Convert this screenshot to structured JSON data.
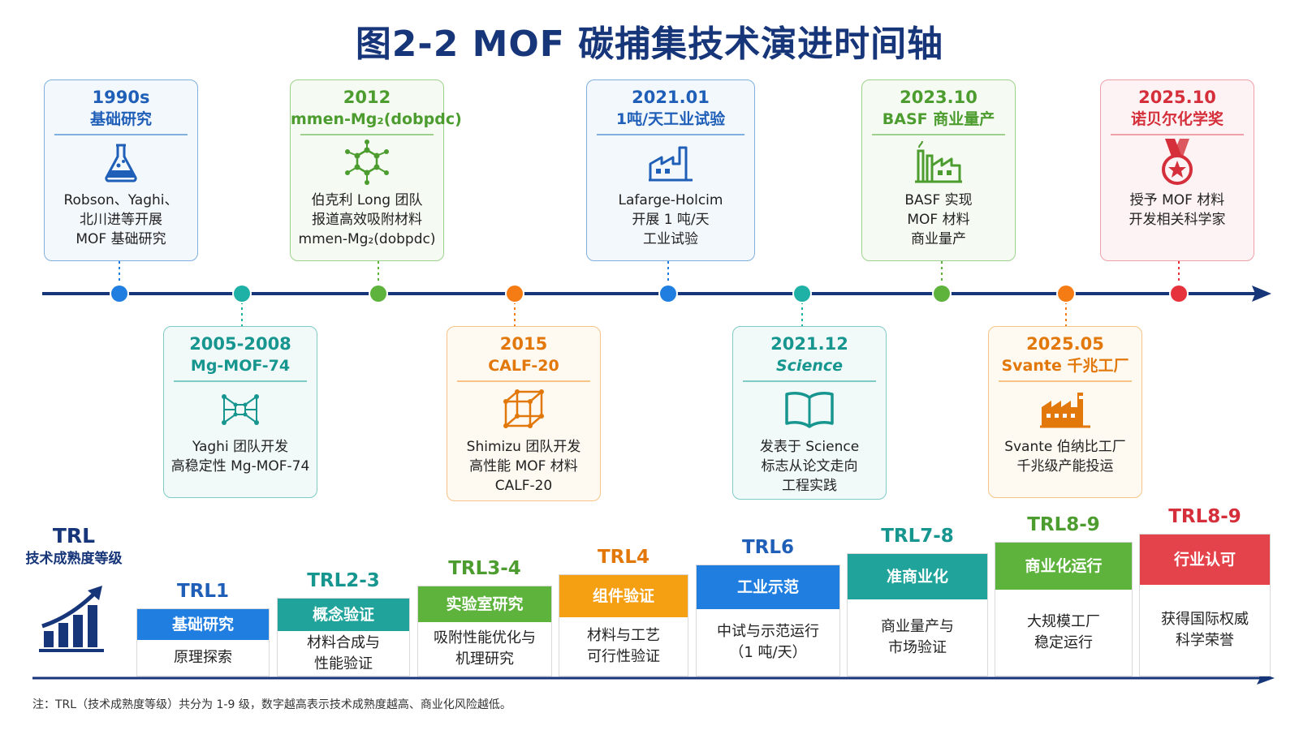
{
  "title": "图2-2  MOF 碳捕集技术演进时间轴",
  "events_top": [
    {
      "year": "1990s",
      "sub": "基础研究",
      "sub_mg": false,
      "italic": false,
      "color": "blue",
      "icon": "flask-icon",
      "desc": [
        "Robson、Yaghi、",
        "北川进等开展",
        "MOF 基础研究"
      ]
    },
    {
      "year": "2012",
      "sub": "mmen-Mg₂(dobpdc)",
      "italic": false,
      "color": "green",
      "icon": "molecule-icon",
      "desc": [
        "伯克利 Long 团队",
        "报道高效吸附材料",
        "mmen-Mg₂(dobpdc)"
      ]
    },
    {
      "year": "2021.01",
      "sub": "1吨/天工业试验",
      "italic": false,
      "color": "blue",
      "icon": "factory-icon",
      "desc": [
        "Lafarge-Holcim",
        "开展 1 吨/天",
        "工业试验"
      ]
    },
    {
      "year": "2023.10",
      "sub": "BASF 商业量产",
      "italic": false,
      "color": "green",
      "icon": "factory-plant-icon",
      "desc": [
        "BASF 实现",
        "MOF 材料",
        "商业量产"
      ]
    },
    {
      "year": "2025.10",
      "sub": "诺贝尔化学奖",
      "italic": false,
      "color": "red",
      "icon": "medal-icon",
      "desc": [
        "授予 MOF 材料",
        "开发相关科学家"
      ]
    }
  ],
  "events_bottom": [
    {
      "year": "2005-2008",
      "sub": "Mg-MOF-74",
      "italic": false,
      "color": "teal",
      "icon": "framework-icon",
      "desc": [
        "Yaghi 团队开发",
        "高稳定性 Mg-MOF-74"
      ]
    },
    {
      "year": "2015",
      "sub": "CALF-20",
      "italic": false,
      "color": "orange",
      "icon": "cube-lattice-icon",
      "desc": [
        "Shimizu 团队开发",
        "高性能 MOF 材料",
        "CALF-20"
      ]
    },
    {
      "year": "2021.12",
      "sub": "Science",
      "italic": true,
      "color": "teal",
      "icon": "open-book-icon",
      "desc": [
        "发表于 Science",
        "标志从论文走向",
        "工程实践"
      ]
    },
    {
      "year": "2025.05",
      "sub": "Svante 千兆工厂",
      "italic": false,
      "color": "orange",
      "icon": "gigafactory-icon",
      "desc": [
        "Svante 伯纳比工厂",
        "千兆级产能投运"
      ]
    }
  ],
  "timeline_dots": [
    {
      "color": "#1f7ee0"
    },
    {
      "color": "#1fb0a6"
    },
    {
      "color": "#5db33c"
    },
    {
      "color": "#f57c14"
    },
    {
      "color": "#1f7ee0"
    },
    {
      "color": "#1fb0a6"
    },
    {
      "color": "#5db33c"
    },
    {
      "color": "#f57c14"
    },
    {
      "color": "#e5323d"
    }
  ],
  "trl_title": {
    "main": "TRL",
    "sub": "技术成熟度等级",
    "icon": "growth-chart-icon"
  },
  "trl_steps": [
    {
      "level": "TRL1",
      "stage": "基础研究",
      "desc": [
        "原理探索"
      ],
      "color": "#1f7ee0",
      "head_color": "#1f5fb8"
    },
    {
      "level": "TRL2-3",
      "stage": "概念验证",
      "desc": [
        "材料合成与",
        "性能验证"
      ],
      "color": "#1fa39a",
      "head_color": "#17958f"
    },
    {
      "level": "TRL3-4",
      "stage": "实验室研究",
      "desc": [
        "吸附性能优化与",
        "机理研究"
      ],
      "color": "#5db33c",
      "head_color": "#4c9c2f"
    },
    {
      "level": "TRL4",
      "stage": "组件验证",
      "desc": [
        "材料与工艺",
        "可行性验证"
      ],
      "color": "#f5a013",
      "head_color": "#e2780a"
    },
    {
      "level": "TRL6",
      "stage": "工业示范",
      "desc": [
        "中试与示范运行",
        "（1 吨/天）"
      ],
      "color": "#1f7ee0",
      "head_color": "#1f5fb8"
    },
    {
      "level": "TRL7-8",
      "stage": "准商业化",
      "desc": [
        "商业量产与",
        "市场验证"
      ],
      "color": "#1fa39a",
      "head_color": "#17958f"
    },
    {
      "level": "TRL8-9",
      "stage": "商业化运行",
      "desc": [
        "大规模工厂",
        "稳定运行"
      ],
      "color": "#5db33c",
      "head_color": "#4c9c2f"
    },
    {
      "level": "TRL8-9",
      "stage": "行业认可",
      "desc": [
        "获得国际权威",
        "科学荣誉"
      ],
      "color": "#e5434b",
      "head_color": "#d42f3a"
    }
  ],
  "note": "注：TRL（技术成熟度等级）共分为 1-9 级，数字越高表示技术成熟度越高、商业化风险越低。",
  "colors": {
    "title": "#17367a",
    "axis": "#17367a"
  }
}
